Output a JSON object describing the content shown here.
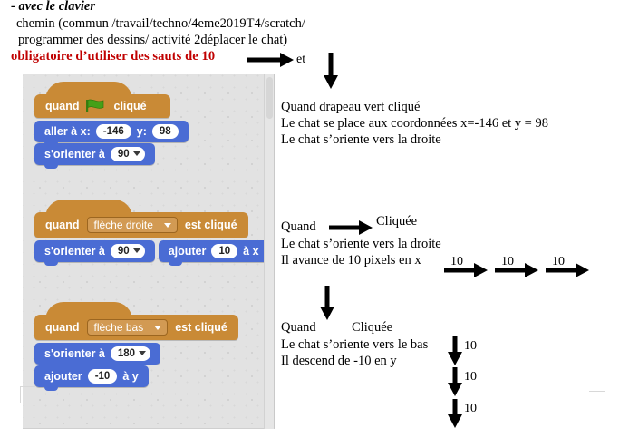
{
  "header": {
    "line1": "- avec le clavier",
    "line2": "chemin (commun /travail/techno/4eme2019T4/scratch/",
    "line3": "programmer des dessins/ activité 2déplacer le chat)",
    "line4": "obligatoire d’utiliser des sauts de 10",
    "line4_color": "#C00000",
    "et_label": "et"
  },
  "scripts": [
    {
      "id": "script-green-flag",
      "hat": {
        "prefix": "quand",
        "icon": "green-flag-icon",
        "suffix": "cliqué"
      },
      "blocks": [
        {
          "type": "goto-xy",
          "label_a": "aller  à x:",
          "value_x": "-146",
          "label_b": "y:",
          "value_y": "98"
        },
        {
          "type": "point-direction",
          "label": "s'orienter   à",
          "value": "90",
          "dropdown": true
        }
      ]
    },
    {
      "id": "script-right-arrow",
      "hat": {
        "prefix": "quand",
        "dropdown": "flèche droite",
        "suffix": "est  cliqué"
      },
      "blocks": [
        {
          "type": "point-direction",
          "label": "s'orienter  à",
          "value": "90",
          "dropdown": true
        },
        {
          "type": "change-x",
          "label_a": "ajouter",
          "value": "10",
          "label_b": "à  x"
        }
      ]
    },
    {
      "id": "script-down-arrow",
      "hat": {
        "prefix": "quand",
        "dropdown": "flèche bas",
        "suffix": "est  cliqué"
      },
      "blocks": [
        {
          "type": "point-direction",
          "label": "s'orienter  à",
          "value": "180",
          "dropdown": true
        },
        {
          "type": "change-y",
          "label_a": "ajouter",
          "value": "-10",
          "label_b": "à  y"
        }
      ]
    }
  ],
  "annotations": {
    "group1": {
      "line1": "Quand drapeau vert cliqué",
      "line2": "Le chat se place aux coordonnées x=-146 et y = 98",
      "line3": "Le chat s’oriente vers la droite"
    },
    "group2": {
      "quand": "Quand",
      "cliquee": "Cliquée",
      "line2": "Le chat s’oriente vers la droite",
      "line3": "Il avance de 10 pixels en x",
      "steps": [
        "10",
        "10",
        "10"
      ]
    },
    "group3": {
      "quand": "Quand",
      "cliquee": "Cliquée",
      "line2": "Le chat s’oriente vers le bas",
      "line3": "Il descend de -10 en y",
      "steps": [
        "10",
        "10",
        "10"
      ]
    }
  }
}
